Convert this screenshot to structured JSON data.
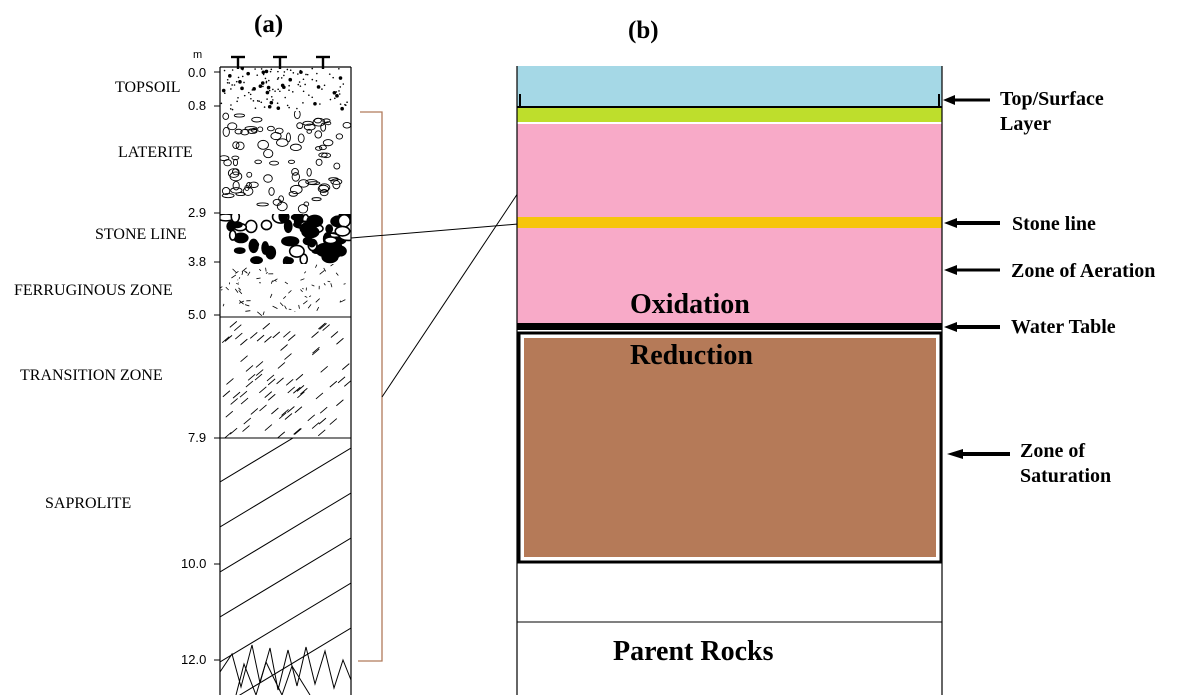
{
  "panel_a": {
    "title": "(a)",
    "unit": "m",
    "layers": [
      {
        "name": "TOPSOIL"
      },
      {
        "name": "LATERITE"
      },
      {
        "name": "STONE LINE"
      },
      {
        "name": "FERRUGINOUS ZONE"
      },
      {
        "name": "TRANSITION ZONE"
      },
      {
        "name": "SAPROLITE"
      }
    ],
    "depths": [
      "0.0",
      "0.8",
      "2.9",
      "3.8",
      "5.0",
      "7.9",
      "10.0",
      "12.0"
    ]
  },
  "panel_b": {
    "title": "(b)",
    "oxidation": "Oxidation",
    "reduction": "Reduction",
    "parent_rocks": "Parent Rocks",
    "labels": {
      "top_surface": "Top/Surface Layer",
      "stone_line": "Stone line",
      "zone_aeration": "Zone of Aeration",
      "water_table": "Water Table",
      "zone_saturation": "Zone of Saturation"
    }
  },
  "colors": {
    "sky_blue": "#a5d8e6",
    "surface_green": "#bede2c",
    "aeration_pink": "#f8aac8",
    "stone_line_orange": "#f6c60a",
    "saturation_brown": "#b57a58",
    "bracket_brown": "#b07a5a"
  }
}
